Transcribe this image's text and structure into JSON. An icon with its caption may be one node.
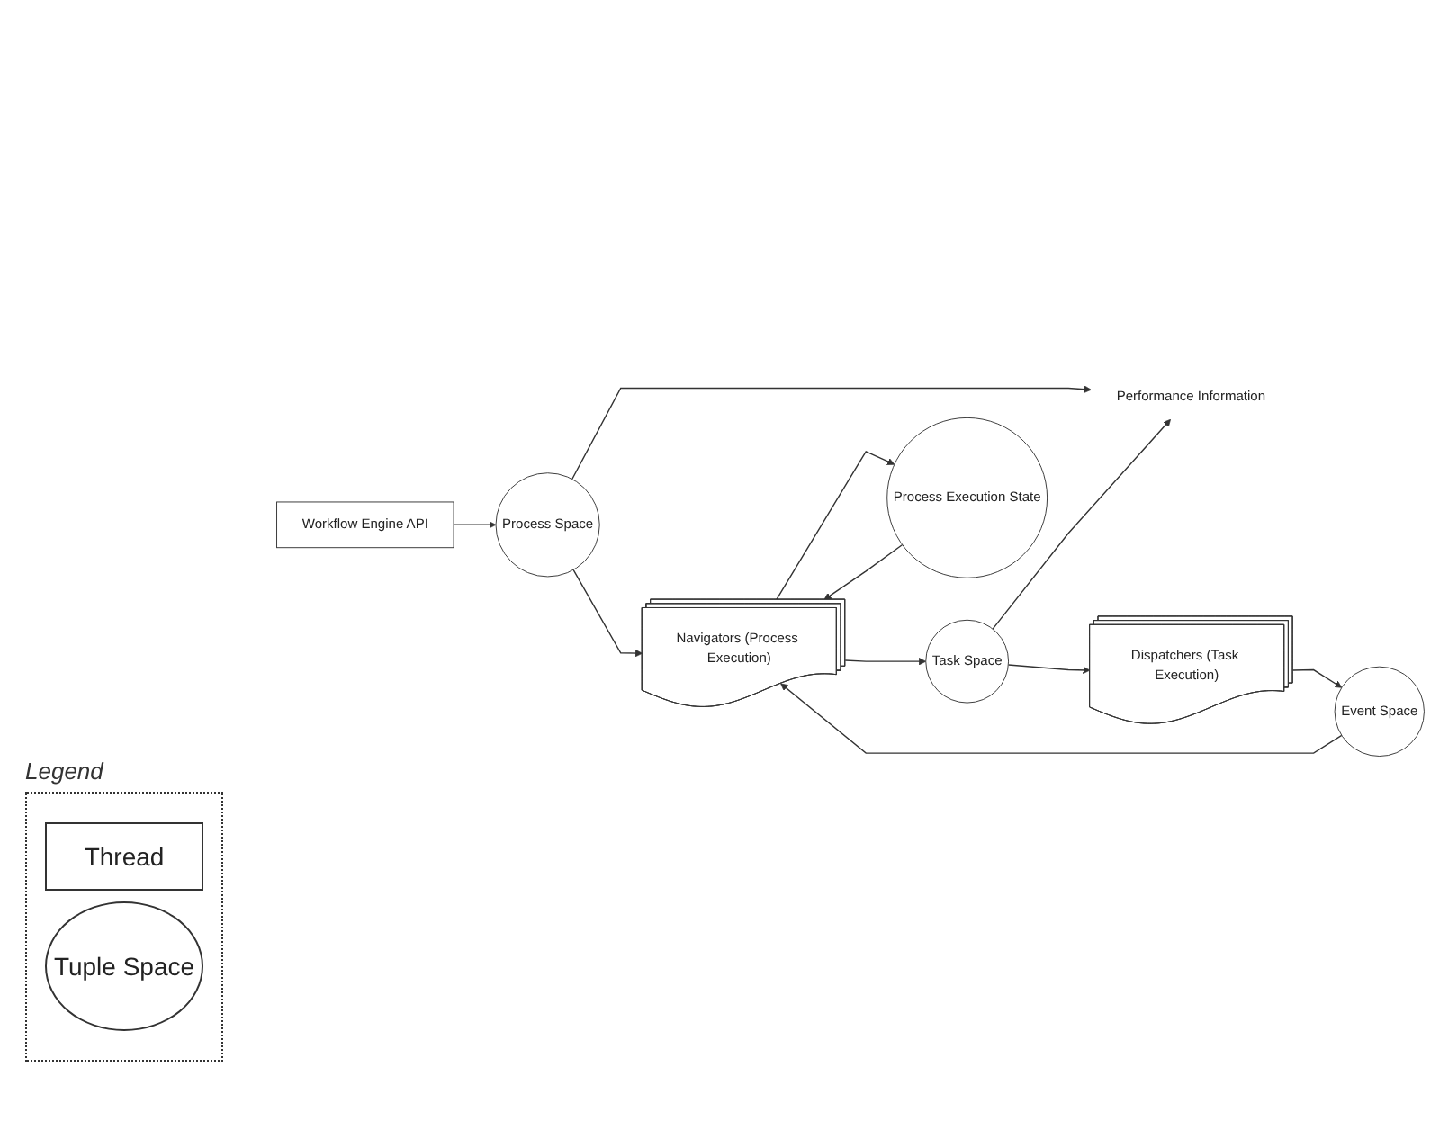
{
  "diagram": {
    "nodes": [
      {
        "text": [
          "Workflow Engine API"
        ]
      },
      {
        "text": [
          "Task Space"
        ]
      },
      {
        "text": [
          "Process Space"
        ]
      },
      {
        "text": [
          "Navigators (Process Execution)"
        ]
      },
      {
        "text": [
          "Dispatchers (Task Execution)"
        ]
      },
      {
        "text": [
          "Event Space"
        ]
      },
      {
        "text": [
          "Process Execution State"
        ]
      },
      {
        "text": [
          "Performance Information"
        ]
      }
    ],
    "edges": [
      {
        "from": 0,
        "to": 2,
        "arrow": "to"
      },
      {
        "from": 2,
        "to": 3,
        "arrow": "to"
      },
      {
        "from": 3,
        "to": 1,
        "arrow": "to"
      },
      {
        "from": 1,
        "to": 4,
        "arrow": "to"
      },
      {
        "from": 4,
        "to": 5,
        "arrow": "to"
      },
      {
        "from": 5,
        "to": 3,
        "arrow": "to"
      },
      {
        "from": 6,
        "to": 3,
        "arrow": "to"
      },
      {
        "from": 3,
        "to": 6,
        "arrow": "to"
      },
      {
        "from": 2,
        "to": 7,
        "arrow": "to"
      },
      {
        "from": 1,
        "to": 7,
        "arrow": "to"
      }
    ],
    "labels": [
      "Legend"
    ],
    "legend": [
      {
        "text": "Thread"
      },
      {
        "text": "Tuple Space"
      }
    ]
  }
}
